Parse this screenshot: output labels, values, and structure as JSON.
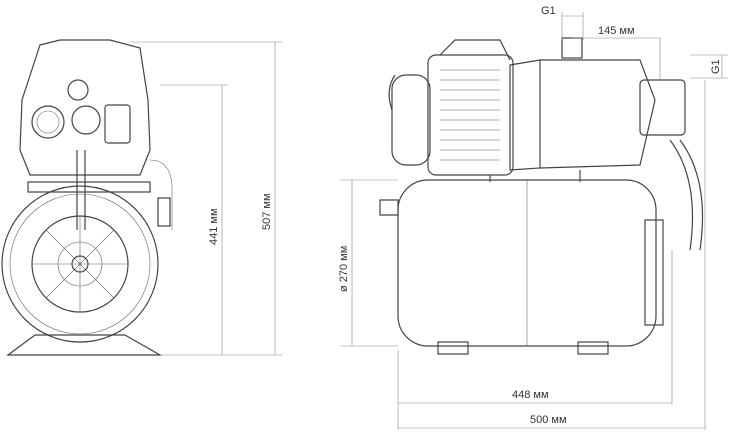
{
  "dimensions": {
    "height_total": "507 мм",
    "height_inlet": "441 мм",
    "tank_diameter": "ø 270 мм",
    "tank_length": "448 мм",
    "total_length": "500 мм",
    "offset": "145 мм",
    "inlet_thread": "G1",
    "outlet_thread": "G1"
  }
}
